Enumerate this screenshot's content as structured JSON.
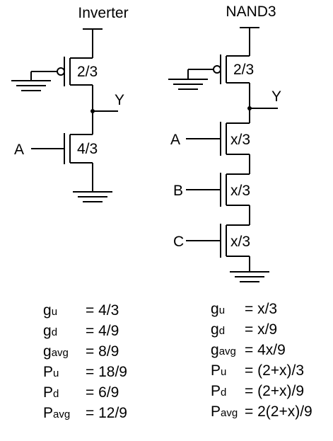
{
  "inverter": {
    "title": "Inverter",
    "pmos_size": "2/3",
    "nmos_size": "4/3",
    "input": "A",
    "output": "Y",
    "equations": [
      {
        "sym": "g",
        "sub": "u",
        "val": "= 4/3"
      },
      {
        "sym": "g",
        "sub": "d",
        "val": "= 4/9"
      },
      {
        "sym": "g",
        "sub": "avg",
        "val": "= 8/9"
      },
      {
        "sym": "P",
        "sub": "u",
        "val": "= 18/9"
      },
      {
        "sym": "P",
        "sub": "d",
        "val": "= 6/9"
      },
      {
        "sym": "P",
        "sub": "avg",
        "val": "= 12/9"
      }
    ]
  },
  "nand3": {
    "title": "NAND3",
    "pmos_size": "2/3",
    "nmos_sizes": [
      "x/3",
      "x/3",
      "x/3"
    ],
    "inputs": [
      "A",
      "B",
      "C"
    ],
    "output": "Y",
    "equations": [
      {
        "sym": "g",
        "sub": "u",
        "val": "= x/3"
      },
      {
        "sym": "g",
        "sub": "d",
        "val": "= x/9"
      },
      {
        "sym": "g",
        "sub": "avg",
        "val": "= 4x/9"
      },
      {
        "sym": "P",
        "sub": "u",
        "val": "= (2+x)/3"
      },
      {
        "sym": "P",
        "sub": "d",
        "val": "= (2+x)/9"
      },
      {
        "sym": "P",
        "sub": "avg",
        "val": "= 2(2+x)/9"
      }
    ]
  }
}
